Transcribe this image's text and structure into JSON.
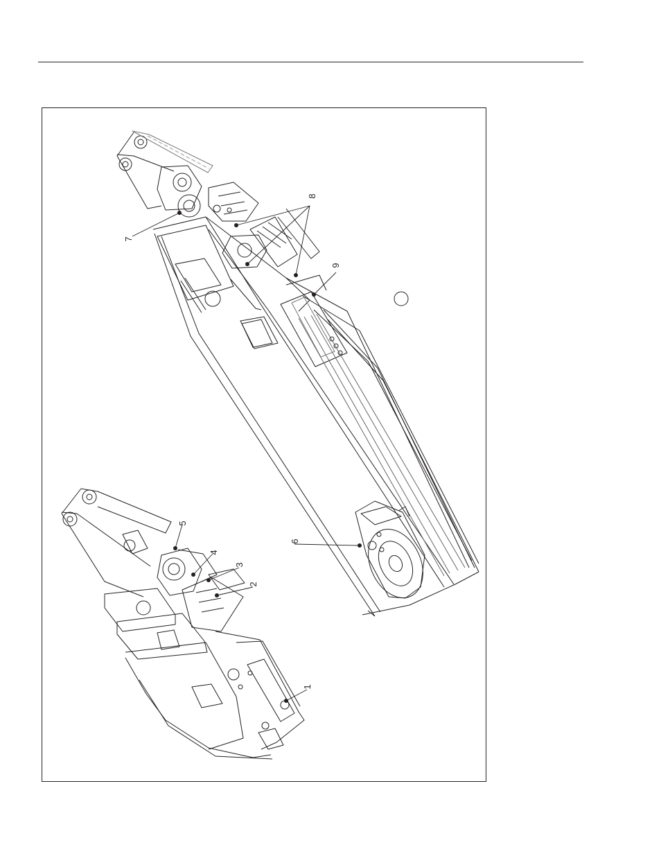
{
  "figure": {
    "callouts": [
      {
        "label": "1"
      },
      {
        "label": "2"
      },
      {
        "label": "3"
      },
      {
        "label": "4"
      },
      {
        "label": "5"
      },
      {
        "label": "6"
      },
      {
        "label": "7"
      },
      {
        "label": "8"
      },
      {
        "label": "9"
      }
    ]
  }
}
